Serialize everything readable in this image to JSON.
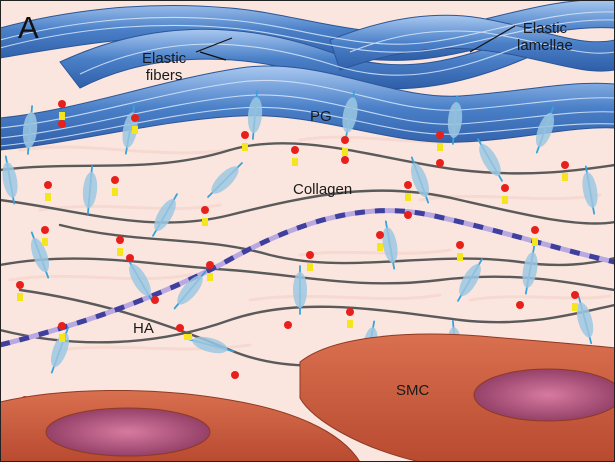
{
  "figure": {
    "panel_letter": "A",
    "labels": {
      "elastic_fibers_line1": "Elastic",
      "elastic_fibers_line2": "fibers",
      "elastic_lamellae_line1": "Elastic",
      "elastic_lamellae_line2": "lamellae",
      "proteoglycan": "PG",
      "collagen": "Collagen",
      "hyaluronan": "HA",
      "smooth_muscle_cell": "SMC"
    },
    "colors": {
      "background": "#fbe6df",
      "elastin": "#4a80c8",
      "elastin_light": "#a9c8f0",
      "collagen_fiber": "#5a5a5a",
      "ha_chain_dark": "#3f3f9e",
      "ha_chain_light": "#b9a9e0",
      "pg_core": "#36a3dd",
      "pg_bristles": "#9cc7e2",
      "link_red": "#e8201c",
      "link_yellow": "#f4e51d",
      "smc_body": "#c8583b",
      "smc_nucleus": "#a34a72"
    }
  }
}
